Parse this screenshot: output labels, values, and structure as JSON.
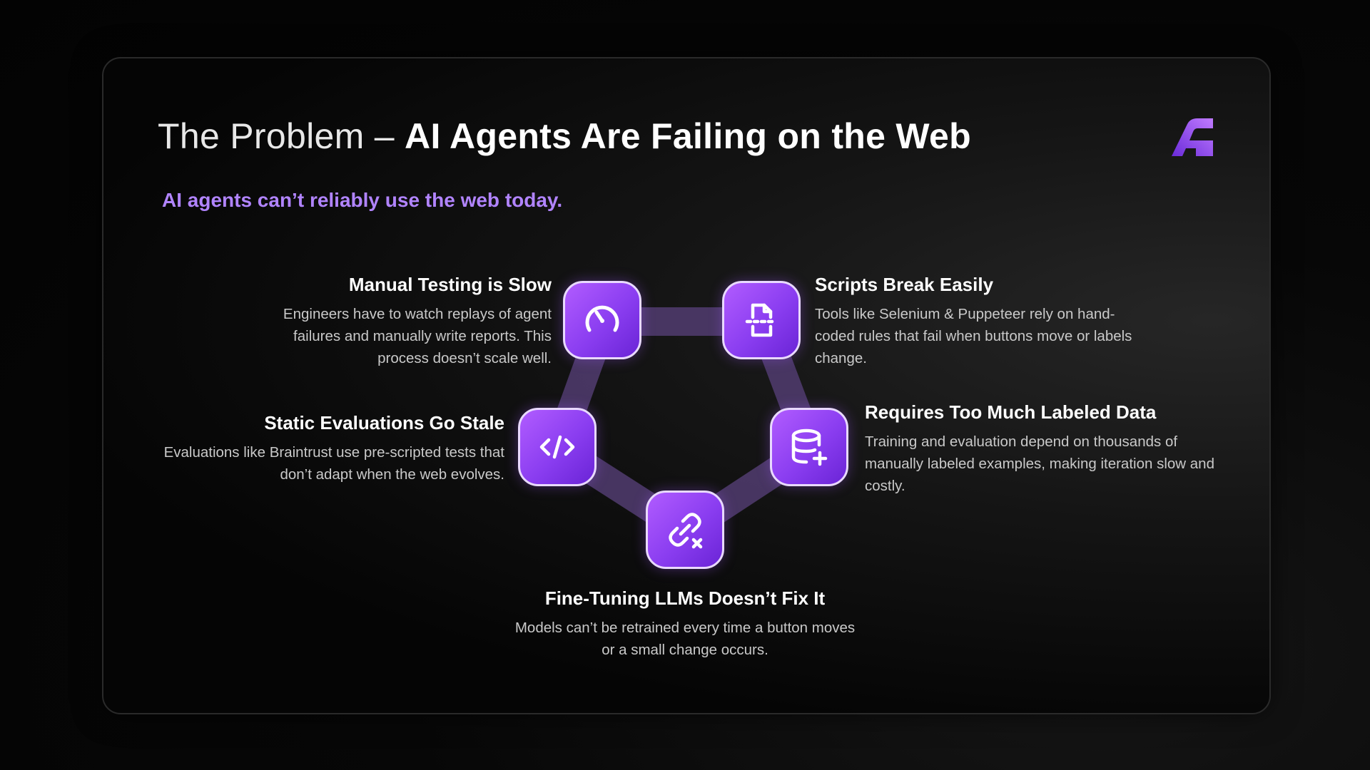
{
  "slide": {
    "title_light": "The Problem",
    "title_dash": "–",
    "title_bold": "AI Agents Are Failing on the Web",
    "subtitle": "AI agents can’t reliably use the web today.",
    "accent_color": "#b184ff",
    "logo_icon": "brand-logo-icon"
  },
  "problems": [
    {
      "heading": "Manual Testing is Slow",
      "description": "Engineers have to watch replays of agent failures and manually write reports. This process doesn’t scale well.",
      "icon": "speedometer-icon"
    },
    {
      "heading": "Scripts Break Easily",
      "description": "Tools like Selenium & Puppeteer rely on hand-coded rules that fail when buttons move or labels change.",
      "icon": "document-scan-icon"
    },
    {
      "heading": "Requires Too Much Labeled Data",
      "description": "Training and evaluation depend on thousands of manually labeled examples, making iteration slow and costly.",
      "icon": "database-add-icon"
    },
    {
      "heading": "Fine-Tuning LLMs Doesn’t Fix It",
      "description": "Models can’t be retrained every time a button moves or a small change occurs.",
      "icon": "broken-link-icon"
    },
    {
      "heading": "Static Evaluations Go Stale",
      "description": "Evaluations like Braintrust use pre-scripted tests that don’t adapt when the web evolves.",
      "icon": "code-icon"
    }
  ]
}
